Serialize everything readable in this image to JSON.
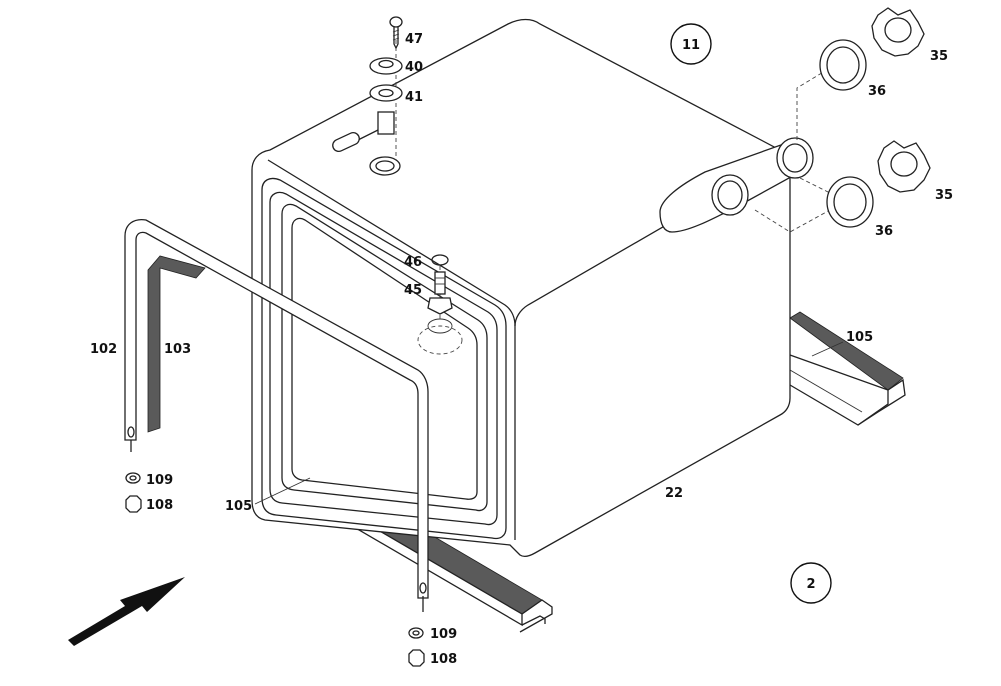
{
  "callouts": {
    "c47": "47",
    "c40": "40",
    "c41": "41",
    "c11": "11",
    "c2": "2",
    "c35a": "35",
    "c36a": "36",
    "c35b": "35",
    "c36b": "36",
    "c46": "46",
    "c45": "45",
    "c102": "102",
    "c103": "103",
    "c105a": "105",
    "c105b": "105",
    "c22": "22",
    "c109a": "109",
    "c108a": "108",
    "c109b": "109",
    "c108b": "108"
  },
  "colors": {
    "line": "#222222",
    "pad": "#5a5a5a",
    "background": "#ffffff"
  },
  "icons": {
    "direction": "arrow-icon"
  }
}
